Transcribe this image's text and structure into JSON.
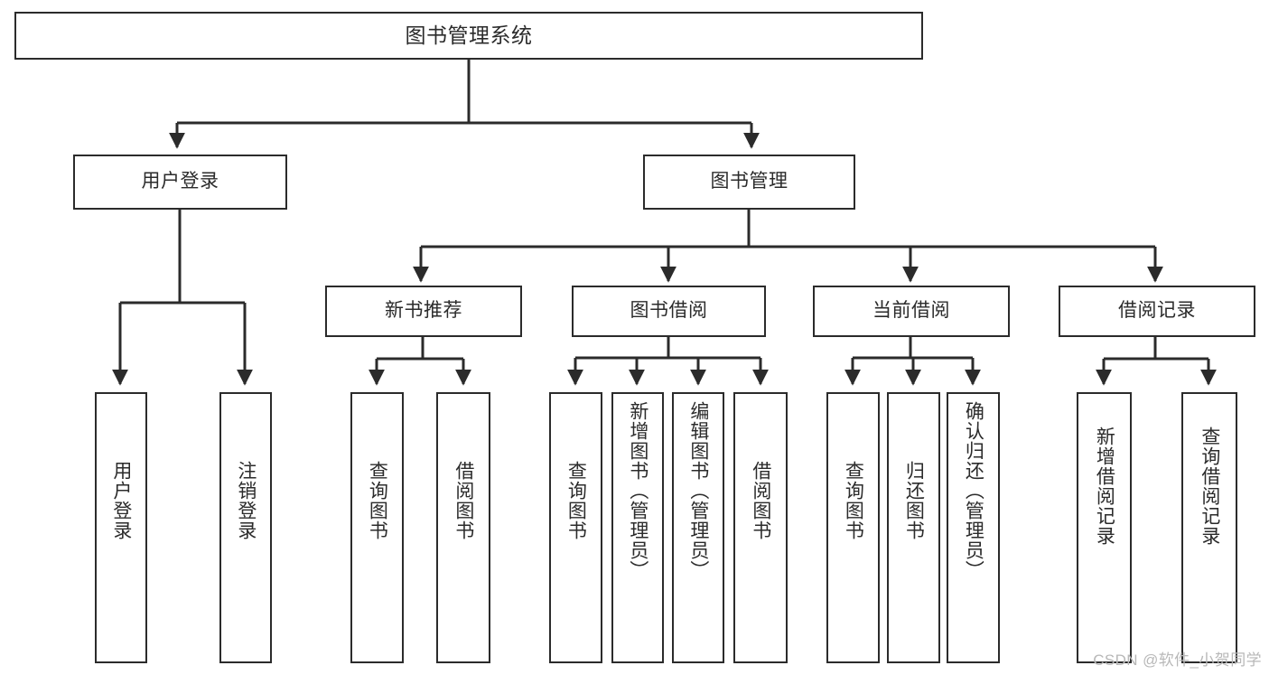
{
  "diagram": {
    "type": "tree-hierarchy",
    "title": "图书管理系统",
    "root": {
      "id": "root",
      "label": "图书管理系统"
    },
    "level2": [
      {
        "id": "user-login",
        "label": "用户登录"
      },
      {
        "id": "book-manage",
        "label": "图书管理"
      }
    ],
    "level3": [
      {
        "id": "new-book-rec",
        "label": "新书推荐",
        "parent": "book-manage"
      },
      {
        "id": "book-borrow",
        "label": "图书借阅",
        "parent": "book-manage"
      },
      {
        "id": "current-borrow",
        "label": "当前借阅",
        "parent": "book-manage"
      },
      {
        "id": "borrow-record",
        "label": "借阅记录",
        "parent": "book-manage"
      }
    ],
    "leaves": [
      {
        "id": "leaf-user-login",
        "label": "用户登录",
        "parent": "user-login"
      },
      {
        "id": "leaf-logout",
        "label": "注销登录",
        "parent": "user-login"
      },
      {
        "id": "leaf-query-book-1",
        "label": "查询图书",
        "parent": "new-book-rec"
      },
      {
        "id": "leaf-borrow-book-1",
        "label": "借阅图书",
        "parent": "new-book-rec"
      },
      {
        "id": "leaf-query-book-2",
        "label": "查询图书",
        "parent": "book-borrow"
      },
      {
        "id": "leaf-add-book",
        "label": "新增图书（管理员）",
        "parent": "book-borrow"
      },
      {
        "id": "leaf-edit-book",
        "label": "编辑图书（管理员）",
        "parent": "book-borrow"
      },
      {
        "id": "leaf-borrow-book-2",
        "label": "借阅图书",
        "parent": "book-borrow"
      },
      {
        "id": "leaf-query-book-3",
        "label": "查询图书",
        "parent": "current-borrow"
      },
      {
        "id": "leaf-return-book",
        "label": "归还图书",
        "parent": "current-borrow"
      },
      {
        "id": "leaf-confirm-return",
        "label": "确认归还（管理员）",
        "parent": "current-borrow"
      },
      {
        "id": "leaf-add-record",
        "label": "新增借阅记录",
        "parent": "borrow-record"
      },
      {
        "id": "leaf-query-record",
        "label": "查询借阅记录",
        "parent": "borrow-record"
      }
    ],
    "colors": {
      "stroke": "#2b2b2b",
      "fill": "#ffffff",
      "text": "#2b2b2b",
      "watermark": "#b8b8b8"
    }
  },
  "watermark": {
    "text": "CSDN @软件_小贺同学"
  }
}
